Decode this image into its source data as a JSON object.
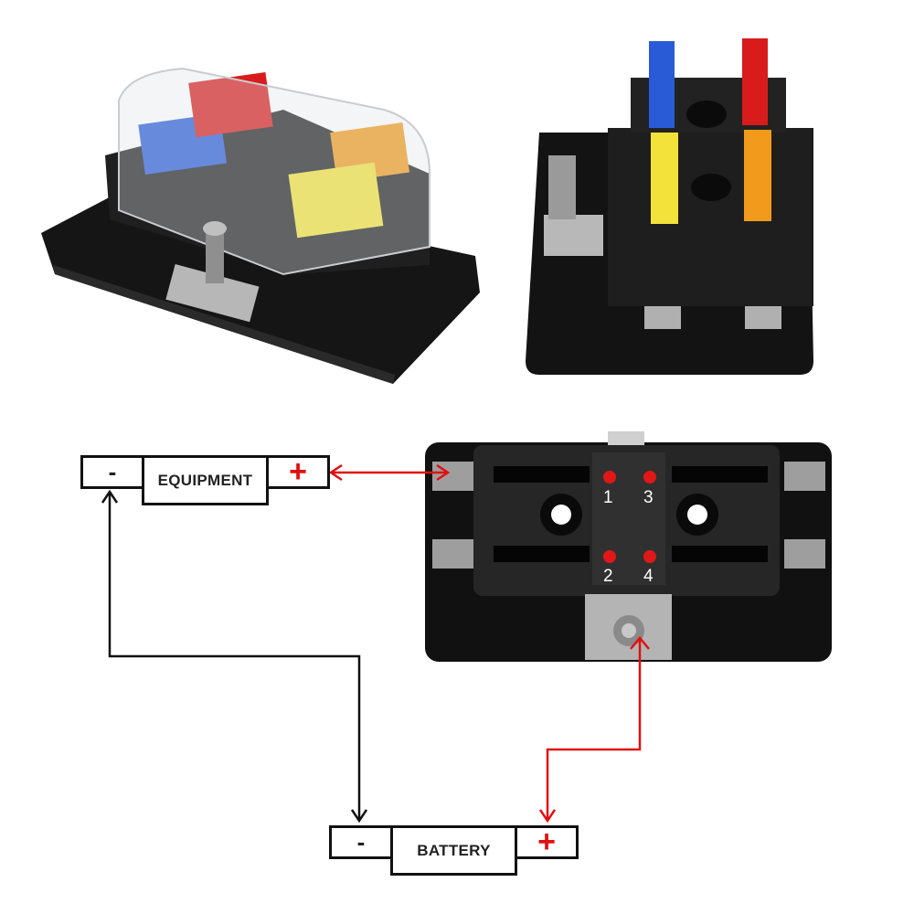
{
  "diagram": {
    "equipment": {
      "minus": "-",
      "label": "EQUIPMENT",
      "plus": "+"
    },
    "battery": {
      "minus": "-",
      "label": "BATTERY",
      "plus": "+"
    },
    "fuse_positions": [
      "1",
      "3",
      "2",
      "4"
    ],
    "colors": {
      "positive_wire": "#e01010",
      "negative_wire": "#111111",
      "fuse_blue": "#2a5bd7",
      "fuse_red": "#d81c1c",
      "fuse_yellow": "#f2e23a",
      "fuse_orange": "#f29a1c",
      "led": "#e01818"
    }
  }
}
